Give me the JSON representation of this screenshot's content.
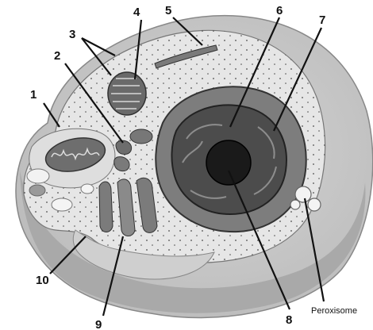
{
  "labels": {
    "l1": "1",
    "l2": "2",
    "l3": "3",
    "l4": "4",
    "l5": "5",
    "l6": "6",
    "l7": "7",
    "l8": "8",
    "l9": "9",
    "l10": "10",
    "peroxisome": "Peroxisome"
  }
}
